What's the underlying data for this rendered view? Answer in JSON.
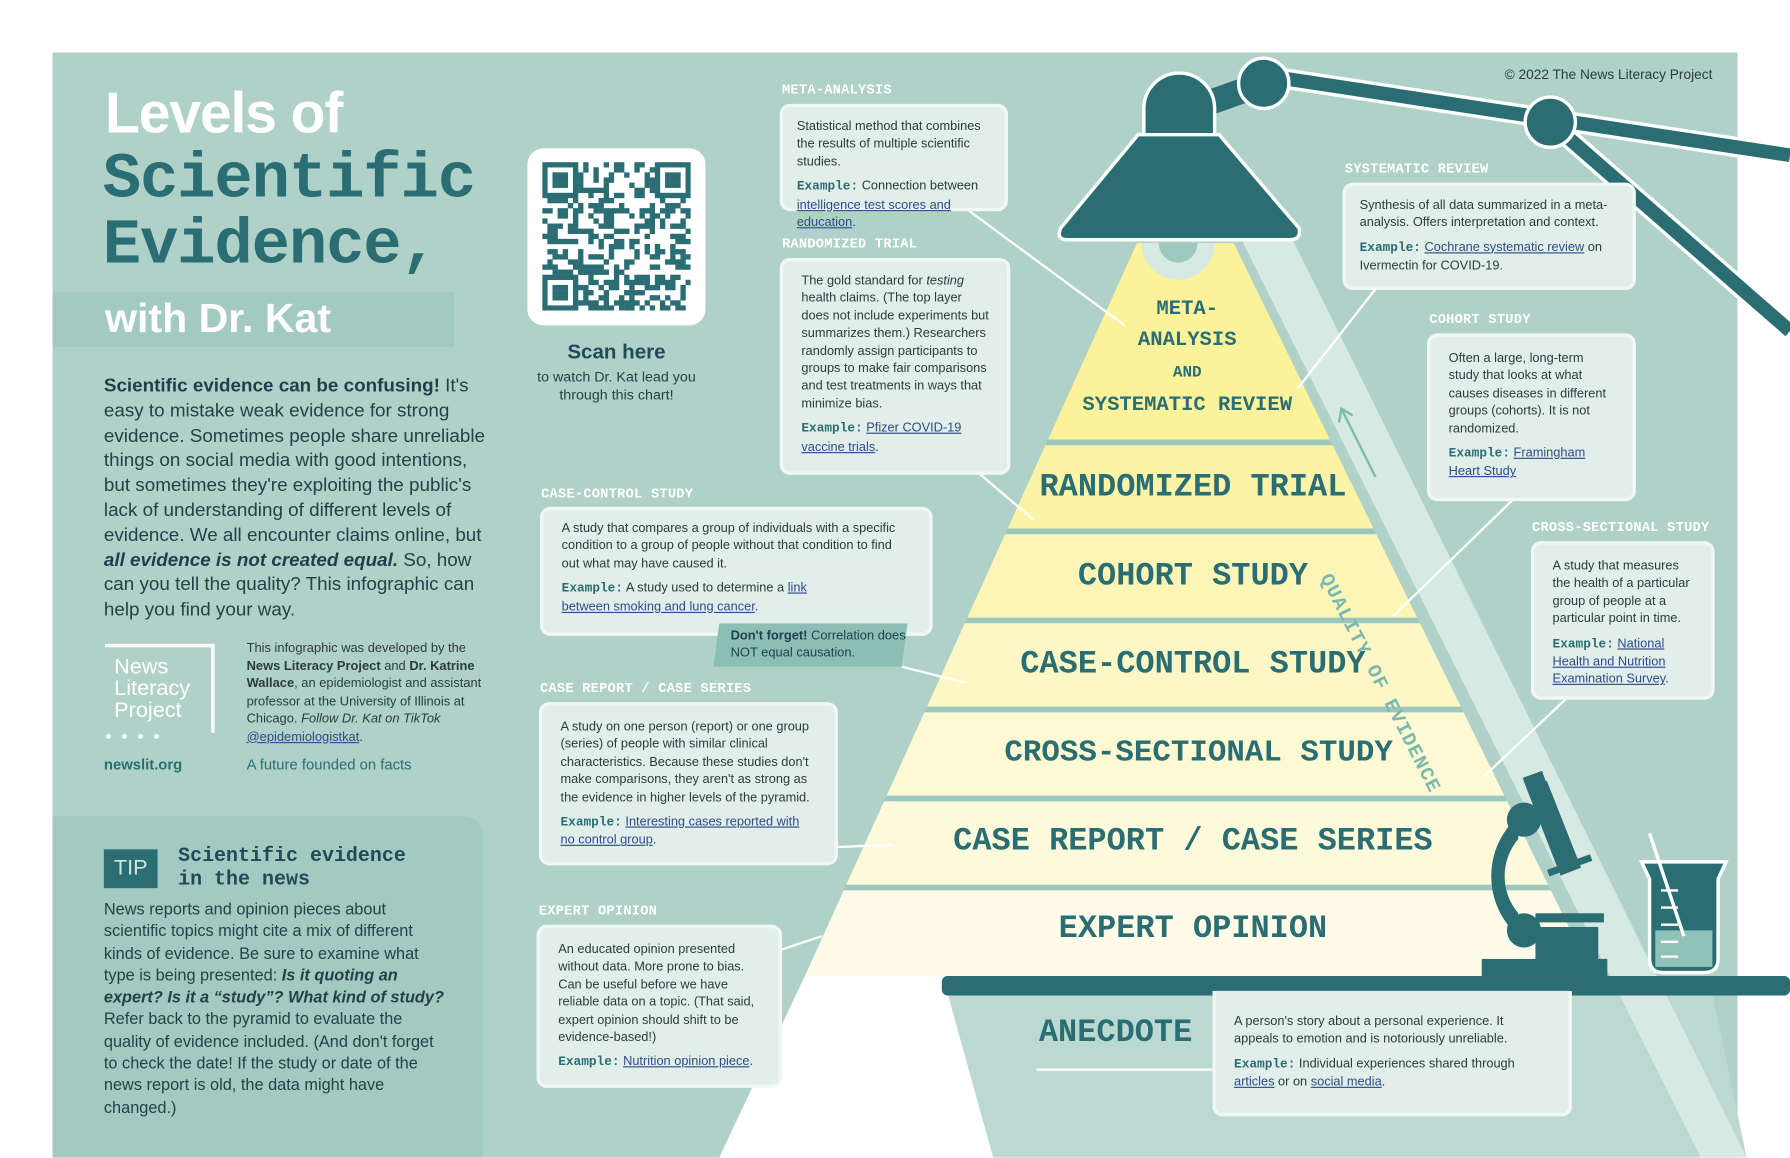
{
  "title": {
    "line1": "Levels of",
    "line2": "Scientific",
    "line3": "Evidence,",
    "subtitle": "with Dr. Kat"
  },
  "intro": {
    "bold": "Scientific evidence can be confusing!",
    "text1": " It's easy to mistake weak evidence for strong evidence. Sometimes people share unreliable things on social media with good intentions, but sometimes they're exploiting the public's lack of understanding of different levels of evidence. We all encounter claims online, but ",
    "em": "all evidence is not created equal.",
    "text2": " So, how can you tell the quality? This infographic can help you find your way."
  },
  "logo": {
    "text": "News Literacy Project"
  },
  "credit": {
    "t1": "This infographic was developed by the ",
    "b1": "News Literacy Project",
    "t2": " and ",
    "b2": "Dr. Katrine Wallace",
    "t3": ", an epidemiologist and assistant professor at the University of Illinois at Chicago. ",
    "em": "Follow Dr. Kat on TikTok",
    "handle": "@epidemiologistkat",
    "t4": "."
  },
  "site": "newslit.org",
  "tagline": "A future founded on facts",
  "tip": {
    "badge": "TIP",
    "heading1": "Scientific evidence",
    "heading2": "in the news",
    "t1": "News reports and opinion pieces about scientific topics might cite a mix of different kinds of evidence. Be sure to examine what type is being presented: ",
    "em": "Is it quoting an expert? Is it a “study”? What kind of study?",
    "t2": " Refer back to the pyramid to evaluate the quality of evidence included. (And don't forget to check the date! If the study or date of the news report is old, the data might have changed.)"
  },
  "qr": {
    "title": "Scan here",
    "subtitle": "to watch Dr. Kat lead you through this chart!"
  },
  "copyright": "© 2022 The News Literacy Project",
  "example_label": "Example:",
  "callouts": {
    "meta": {
      "label": "META-ANALYSIS",
      "body": "Statistical method that combines the results of multiple scientific studies.",
      "ex_pre": " Connection between ",
      "link": "intelligence test scores and education",
      "ex_post": "."
    },
    "randomized": {
      "label": "RANDOMIZED TRIAL",
      "body_pre": "The gold standard for ",
      "body_em": "testing",
      "body_post": " health claims. (The top layer does not include experiments but summarizes them.) Researchers randomly assign participants to groups to make fair comparisons and test treatments in ways that minimize bias.",
      "ex_pre": " ",
      "link": "Pfizer COVID-19 vaccine trials",
      "ex_post": "."
    },
    "case_control": {
      "label": "CASE-CONTROL STUDY",
      "body": "A study that compares a group of individuals with a specific condition to a group of people without that condition to find out what may have caused it.",
      "ex_pre": " A study used to determine a ",
      "link": "link between smoking and lung cancer",
      "ex_post": "."
    },
    "case_report": {
      "label": "CASE REPORT / CASE SERIES",
      "body": "A study on one person (report) or one group (series) of people with similar clinical characteristics. Because these studies don't make comparisons, they aren't as strong as the evidence in higher levels of the pyramid.",
      "ex_pre": " ",
      "link": "Interesting cases reported with no control group",
      "ex_post": "."
    },
    "expert": {
      "label": "EXPERT OPINION",
      "body": "An educated opinion presented without data. More prone to bias. Can be useful before we have reliable data on a topic. (That said, expert opinion should shift to be evidence-based!)",
      "ex_pre": " ",
      "link": "Nutrition opinion piece",
      "ex_post": "."
    },
    "systematic": {
      "label": "SYSTEMATIC REVIEW",
      "body": "Synthesis of all data summarized in a meta-analysis. Offers interpretation and context.",
      "ex_pre": " ",
      "link": "Cochrane systematic review",
      "ex_post": " on Ivermectin for COVID-19."
    },
    "cohort": {
      "label": "COHORT STUDY",
      "body": "Often a large, long-term study that looks at what causes diseases in different groups (cohorts). It is not randomized.",
      "ex_pre": " ",
      "link": "Framingham Heart Study",
      "ex_post": ""
    },
    "cross": {
      "label": "CROSS-SECTIONAL STUDY",
      "body": "A study that measures the health of a particular group of people at a particular point in time.",
      "ex_pre": " ",
      "link": "National Health and Nutrition Examination Survey",
      "ex_post": "."
    },
    "anecdote": {
      "body": "A person's story about a personal experience. It appeals to emotion and is notoriously unreliable.",
      "ex_pre": " Individual experiences shared through ",
      "link1": "articles",
      "mid": " or on ",
      "link2": "social media",
      "ex_post": "."
    }
  },
  "dont_forget": {
    "bold": "Don't forget!",
    "text": " Correlation does NOT equal causation."
  },
  "pyramid": {
    "top": {
      "l1": "META-",
      "l2": "ANALYSIS",
      "l3": "AND",
      "l4": "SYSTEMATIC REVIEW"
    },
    "layers": [
      "RANDOMIZED TRIAL",
      "COHORT STUDY",
      "CASE-CONTROL STUDY",
      "CROSS-SECTIONAL STUDY",
      "CASE REPORT / CASE SERIES",
      "EXPERT OPINION"
    ],
    "base": "ANECDOTE"
  },
  "axis_label": "QUALITY OF EVIDENCE",
  "colors": {
    "panel": "#afd1c8",
    "teal": "#2a6e74",
    "yellow_top": "#fbf29a",
    "yellow_bottom": "#fdfbe6"
  }
}
